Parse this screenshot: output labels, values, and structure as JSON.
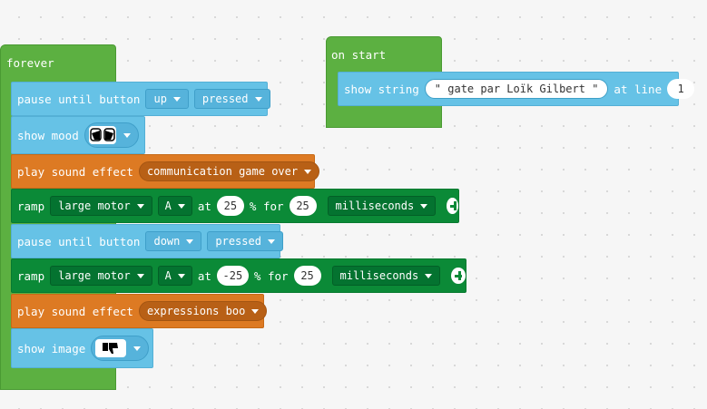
{
  "forever": {
    "label": "forever",
    "pause1": {
      "label": "pause until button",
      "button": "up",
      "state": "pressed"
    },
    "mood": {
      "label": "show mood"
    },
    "sound1": {
      "label": "play sound effect",
      "effect": "communication game over"
    },
    "ramp1": {
      "label": "ramp",
      "motor": "large motor",
      "port": "A",
      "at": "at",
      "speed": "25",
      "pct_for": "% for",
      "duration": "25",
      "unit": "milliseconds"
    },
    "pause2": {
      "label": "pause until button",
      "button": "down",
      "state": "pressed"
    },
    "ramp2": {
      "label": "ramp",
      "motor": "large motor",
      "port": "A",
      "at": "at",
      "speed": "-25",
      "pct_for": "% for",
      "duration": "25",
      "unit": "milliseconds"
    },
    "sound2": {
      "label": "play sound effect",
      "effect": "expressions boo"
    },
    "image": {
      "label": "show image"
    }
  },
  "on_start": {
    "label": "on start",
    "show_string": {
      "label": "show string",
      "text": "\" gate par Loïk Gilbert \"",
      "at_line": "at line",
      "line": "1"
    }
  },
  "colors": {
    "loops": "#5cb041",
    "brick": "#66c2e6",
    "music": "#dd7a23",
    "motors": "#0b8a37"
  },
  "icons": [
    "mood-eyes-icon",
    "thumbs-down-icon",
    "add-icon",
    "dropdown-caret-icon"
  ]
}
